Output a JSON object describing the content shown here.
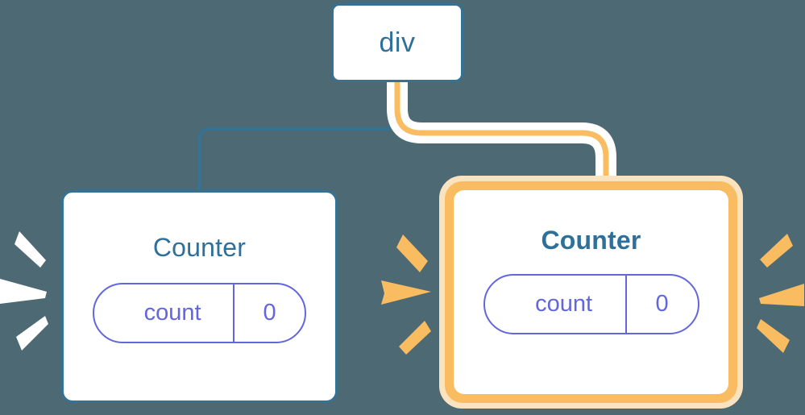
{
  "background_color": "#4d6973",
  "palette": {
    "box_border_blue": "#357294",
    "text_blue": "#2e7099",
    "pill_indigo": "#6366dd",
    "highlight_orange": "#f9bc60",
    "highlight_glow": "#fbe3c0",
    "white": "#ffffff"
  },
  "tree": {
    "root": {
      "label": "div"
    },
    "children": [
      {
        "title": "Counter",
        "highlighted": false,
        "title_bold": false,
        "state": {
          "key": "count",
          "value": "0"
        },
        "ray_color": "#ffffff",
        "connector_color": "#357294"
      },
      {
        "title": "Counter",
        "highlighted": true,
        "title_bold": true,
        "state": {
          "key": "count",
          "value": "0"
        },
        "ray_color": "#f9bc60",
        "connector_color": "#f9bc60"
      }
    ]
  },
  "rays": {
    "left_outer": {
      "color": "#ffffff",
      "count": 3,
      "direction": "left"
    },
    "middle": {
      "color": "#f9bc60",
      "count": 3,
      "direction": "right"
    },
    "right_outer": {
      "color": "#f9bc60",
      "count": 3,
      "direction": "right"
    }
  }
}
